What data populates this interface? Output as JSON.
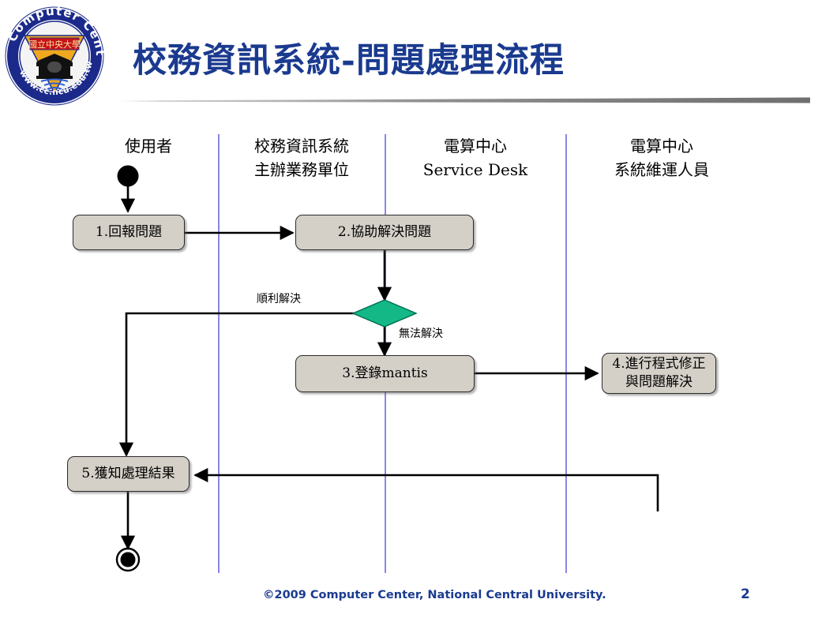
{
  "header": {
    "title": "校務資訊系統-問題處理流程",
    "logo": {
      "top_text": "Computer Center",
      "bottom_text": "www.cc.ncu.edu.tw",
      "emblem_text": "國立中央大學"
    }
  },
  "diagram": {
    "type": "uml-activity-swimlane",
    "lanes": [
      {
        "id": "lane-user",
        "line1": "使用者",
        "line2": ""
      },
      {
        "id": "lane-business-unit",
        "line1": "校務資訊系統",
        "line2": "主辦業務單位"
      },
      {
        "id": "lane-service-desk",
        "line1": "電算中心",
        "line2": "Service Desk"
      },
      {
        "id": "lane-maintenance",
        "line1": "電算中心",
        "line2": "系統維運人員"
      }
    ],
    "nodes": [
      {
        "id": "start",
        "kind": "initial-node",
        "label": ""
      },
      {
        "id": "step1",
        "kind": "action",
        "label": "1.回報問題"
      },
      {
        "id": "step2",
        "kind": "action",
        "label": "2.協助解決問題"
      },
      {
        "id": "decision",
        "kind": "decision",
        "label": ""
      },
      {
        "id": "step3",
        "kind": "action",
        "label": "3.登錄mantis"
      },
      {
        "id": "step4",
        "kind": "action",
        "label": "4.進行程式修正\n與問題解決",
        "line1": "4.進行程式修正",
        "line2": "與問題解決"
      },
      {
        "id": "step5",
        "kind": "action",
        "label": "5.獲知處理結果"
      },
      {
        "id": "end",
        "kind": "final-node",
        "label": ""
      }
    ],
    "edge_labels": [
      {
        "id": "edge-resolved",
        "text": "順利解決"
      },
      {
        "id": "edge-unresolved",
        "text": "無法解決"
      }
    ]
  },
  "footer": {
    "copyright": "©2009  Computer Center, National Central University.",
    "page_number": "2"
  },
  "colors": {
    "title": "#1a3a8f",
    "node_fill": "#d4d0c8",
    "decision_fill": "#14b887",
    "lane_divider": "#8a86e8",
    "logo_blue": "#1b2a8a"
  }
}
